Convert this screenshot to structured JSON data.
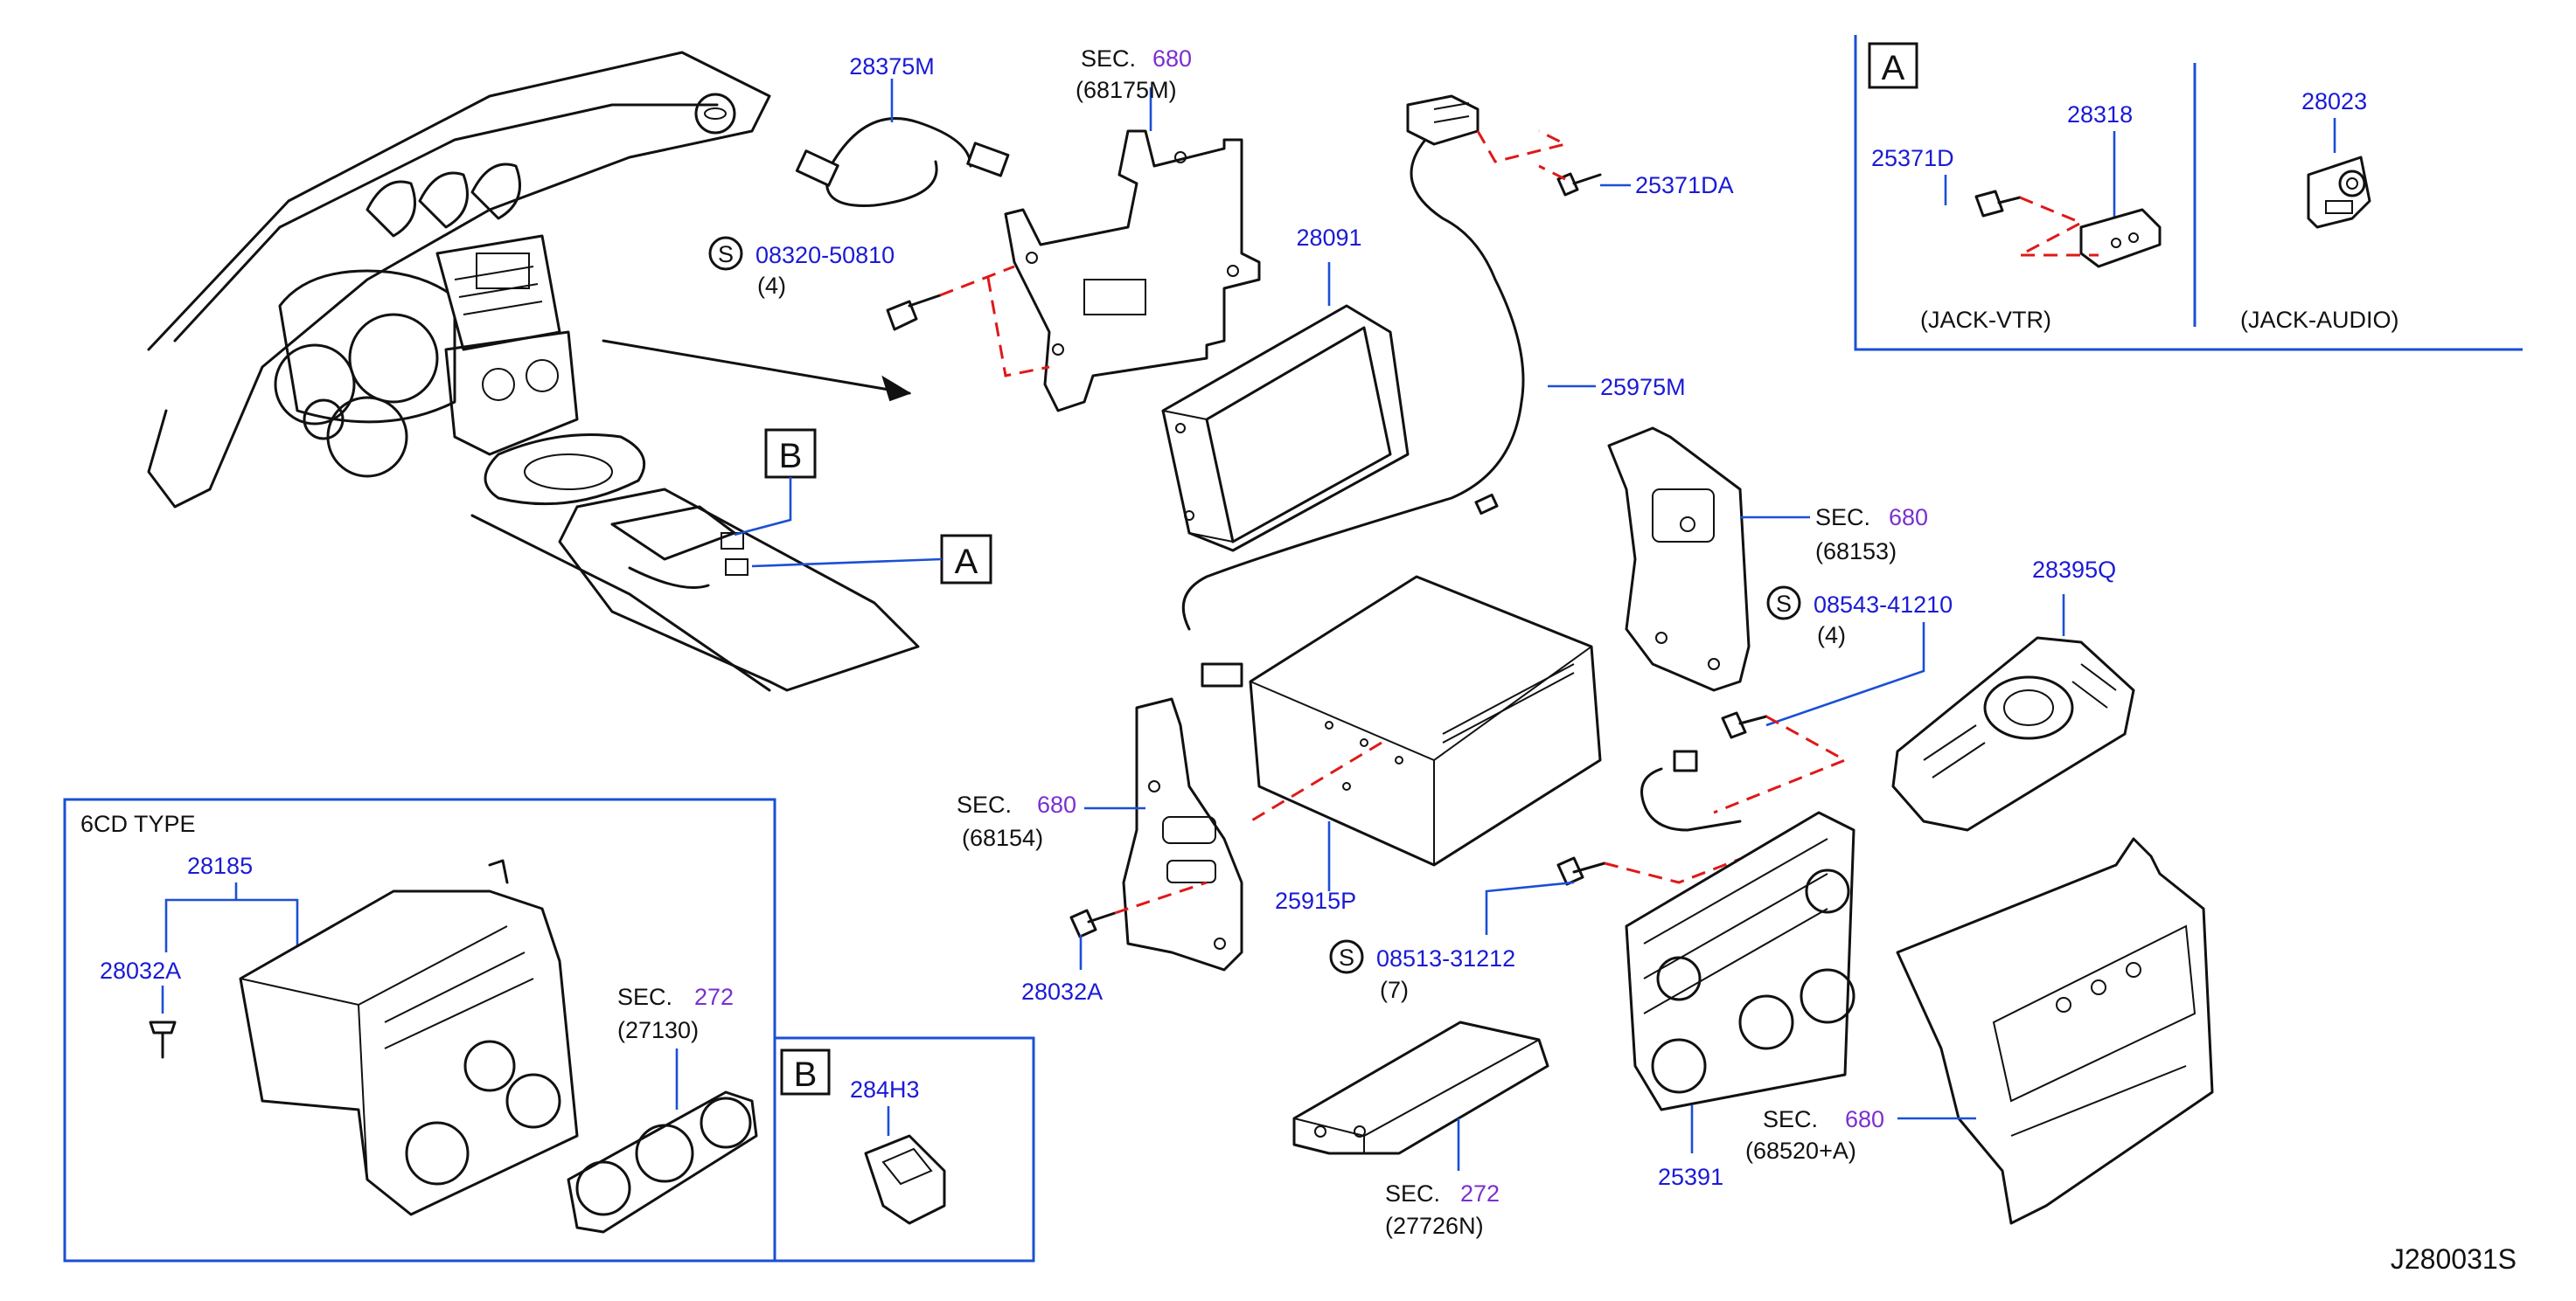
{
  "diagram": {
    "code": "J280031S",
    "colors": {
      "part_number": "#1a1ad6",
      "section_number": "#7a2fd0",
      "leader": "#1a4fd6",
      "install_path": "#e01818"
    },
    "callout_boxes": {
      "a": "A",
      "b": "B"
    },
    "inset_6cd": {
      "title": "6CD   TYPE"
    },
    "inset_a": {
      "letter": "A",
      "caption_vtr": "(JACK-VTR)",
      "caption_audio": "(JACK-AUDIO)"
    },
    "inset_b": {
      "letter": "B"
    },
    "sec_word": "SEC.",
    "screw_symbol": "S",
    "labels": {
      "p28375m": "28375M",
      "p28091": "28091",
      "p25371da": "25371DA",
      "p25975m": "25975M",
      "p28395q": "28395Q",
      "p25915p": "25915P",
      "p28032a": "28032A",
      "p25391": "25391",
      "p28185": "28185",
      "p28032a_inset": "28032A",
      "p284h3": "284H3",
      "p25371d": "25371D",
      "p28318": "28318",
      "p28023": "28023"
    },
    "screws": {
      "s1": {
        "number": "08320-50810",
        "qty": "(4)"
      },
      "s2": {
        "number": "08543-41210",
        "qty": "(4)"
      },
      "s3": {
        "number": "08513-31212",
        "qty": "(7)"
      }
    },
    "sections": {
      "sec68175m": {
        "num": "680",
        "sub": "(68175M)"
      },
      "sec68153": {
        "num": "680",
        "sub": "(68153)"
      },
      "sec68154": {
        "num": "680",
        "sub": "(68154)"
      },
      "sec68520": {
        "num": "680",
        "sub": "(68520+A)"
      },
      "sec27726n": {
        "num": "272",
        "sub": "(27726N)"
      },
      "sec27130": {
        "num": "272",
        "sub": "(27130)"
      }
    }
  }
}
